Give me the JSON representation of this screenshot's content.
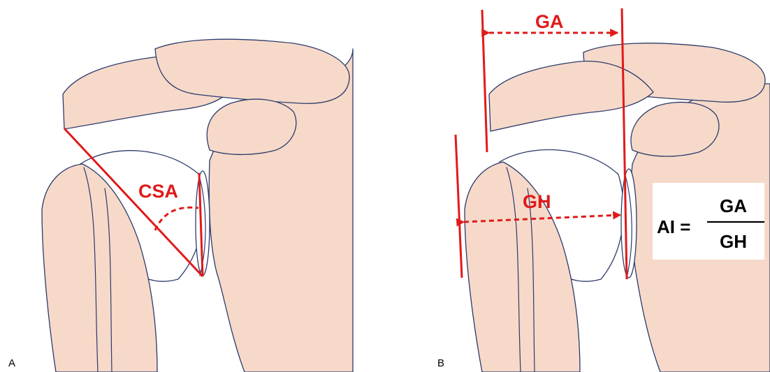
{
  "panels": [
    {
      "panel_label": "A",
      "measurement_label": "CSA"
    },
    {
      "panel_label": "B",
      "measurement_labels": [
        "GA",
        "GH"
      ]
    }
  ],
  "formula": {
    "lhs": "AI =",
    "numerator": "GA",
    "denominator": "GH"
  },
  "colors": {
    "bone_fill": "#f6d9c9",
    "outline": "#2c3a6b",
    "measurement_red": "#e01a1a"
  }
}
